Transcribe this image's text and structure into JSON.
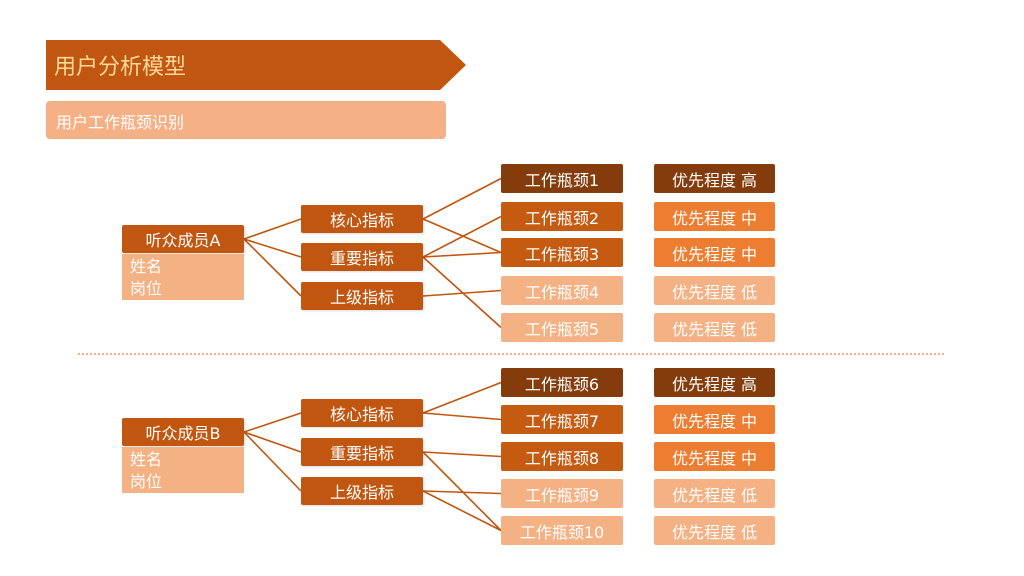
{
  "title": "用户分析模型",
  "subtitle": "用户工作瓶颈识别",
  "colors": {
    "title_banner": "#c0560f",
    "title_text": "#ffd89a",
    "subtitle_bar": "#f5b085",
    "connector": "#c0560f",
    "high": "#843c0c",
    "mid_bottleneck": "#c55a11",
    "mid_priority": "#ed7d31",
    "low": "#f4b183",
    "divider": "#f4b183"
  },
  "groups": [
    {
      "member": "听众成员A",
      "info": [
        "姓名",
        "岗位"
      ],
      "indicators": [
        "核心指标",
        "重要指标",
        "上级指标"
      ],
      "bottlenecks": [
        {
          "label": "工作瓶颈1",
          "level": "high",
          "priority": "优先程度 高"
        },
        {
          "label": "工作瓶颈2",
          "level": "mid",
          "priority": "优先程度 中"
        },
        {
          "label": "工作瓶颈3",
          "level": "mid",
          "priority": "优先程度 中"
        },
        {
          "label": "工作瓶颈4",
          "level": "low",
          "priority": "优先程度 低"
        },
        {
          "label": "工作瓶颈5",
          "level": "low",
          "priority": "优先程度 低"
        }
      ],
      "links": [
        [
          0,
          0
        ],
        [
          0,
          2
        ],
        [
          1,
          1
        ],
        [
          1,
          2
        ],
        [
          1,
          4
        ],
        [
          2,
          3
        ]
      ]
    },
    {
      "member": "听众成员B",
      "info": [
        "姓名",
        "岗位"
      ],
      "indicators": [
        "核心指标",
        "重要指标",
        "上级指标"
      ],
      "bottlenecks": [
        {
          "label": "工作瓶颈6",
          "level": "high",
          "priority": "优先程度 高"
        },
        {
          "label": "工作瓶颈7",
          "level": "mid",
          "priority": "优先程度 中"
        },
        {
          "label": "工作瓶颈8",
          "level": "mid",
          "priority": "优先程度 中"
        },
        {
          "label": "工作瓶颈9",
          "level": "low",
          "priority": "优先程度 低"
        },
        {
          "label": "工作瓶颈10",
          "level": "low",
          "priority": "优先程度 低"
        }
      ],
      "links": [
        [
          0,
          0
        ],
        [
          0,
          1
        ],
        [
          1,
          2
        ],
        [
          1,
          4
        ],
        [
          2,
          3
        ],
        [
          2,
          4
        ]
      ]
    }
  ]
}
